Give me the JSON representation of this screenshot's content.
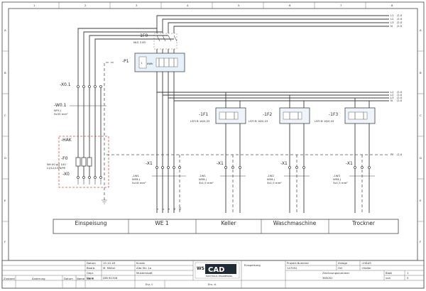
{
  "columns": [
    "1",
    "2",
    "3",
    "4",
    "5",
    "6",
    "7",
    "8"
  ],
  "rows": [
    "A",
    "B",
    "C",
    "D",
    "E",
    "F"
  ],
  "potentials_top": [
    "L1",
    "L2",
    "L3",
    "N"
  ],
  "potentials_top_ref": [
    "/2.0",
    "/2.0",
    "/2.0",
    "/2.0"
  ],
  "potentials_mid": [
    "L1",
    "L2",
    "L3",
    "N"
  ],
  "potentials_mid_ref": [
    "/2.0",
    "/2.0",
    "/2.0",
    "/2.0"
  ],
  "pe_label": "PE",
  "pe_ref": "/2.0",
  "components": {
    "main_switch": {
      "tag": "-1F0",
      "spec": "NLS 3 63"
    },
    "meter": {
      "tag": "-P1",
      "unit": "kWh"
    },
    "terminal_x01": {
      "tag": "-X0.1"
    },
    "cable_w01": {
      "tag": "-W0.1",
      "type": "NYY-J",
      "size": "5x35 mm²"
    },
    "hak": {
      "tag": "-HAK"
    },
    "fuse_f0": {
      "tag": "-F0",
      "spec1": "NH 00 gG 100",
      "spec2": "L1/L2/L3/N/PE"
    },
    "terminal_x0": {
      "tag": "-X0"
    },
    "rcbo": [
      {
        "tag": "-1F1",
        "spec": "LSFI B 16/0,03"
      },
      {
        "tag": "-1F2",
        "spec": "LSFI B 16/0,03"
      },
      {
        "tag": "-1F3",
        "spec": "LSFI B 16/0,03"
      }
    ],
    "terminals_x1": [
      "-X1",
      "-X1",
      "-X1",
      "-X1"
    ],
    "cables": [
      {
        "tag": "-1W1",
        "type": "NYM-J",
        "size": "5x16 mm²"
      },
      {
        "tag": "-1W1",
        "type": "NYM-J",
        "size": "3x1,5 mm²"
      },
      {
        "tag": "-1W2",
        "type": "NYM-J",
        "size": "3x1,5 mm²"
      },
      {
        "tag": "-1W3",
        "type": "NYM-J",
        "size": "3x1,5 mm²"
      }
    ],
    "terminal_pins": [
      "1",
      "2",
      "3",
      "N",
      "PE"
    ]
  },
  "function_bar": [
    "Einspeisung",
    "WE 1",
    "Keller",
    "Waschmaschine",
    "Trockner"
  ],
  "title_block": {
    "datum_label": "Datum",
    "datum_value": "15.10.18",
    "bearb_label": "Bearb.",
    "bearb_value": "M. Müller",
    "gepr_label": "Gepr.",
    "norm_label": "Norm",
    "norm_value": "DIN 61346",
    "kunde_label": "Kunde",
    "kunde_value1": "Alte Str. 1a",
    "kunde_value2": "Musterstadt",
    "erz_label": "Erz. f.",
    "ers_label": "Ers. d.",
    "revision_labels": [
      "Zustand",
      "Änderung",
      "Datum",
      "Name",
      "Norm"
    ],
    "logo_line1": "WS",
    "logo_line2": "CAD",
    "logo_sub": "ELECTRICAL ENGINEERING",
    "page_title": "Einspeisung",
    "projekt_label": "Projekt-Nummer",
    "projekt_value": "147052",
    "anlage_label": "Anlage",
    "anlage_value": "=HAUS",
    "ort_label": "Ort",
    "ort_value": "+Keller",
    "zeichnung_label": "Zeichnungsnummer",
    "zeichnung_value": "365052",
    "blatt_label": "Blatt",
    "blatt_value": "1",
    "von_label": "von",
    "von_value": "5"
  },
  "colors": {
    "line": "#3a3a3a",
    "hak_border": "#d05050",
    "meter_fill": "#e7f1f9",
    "rcbo_fill": "#eef4fa"
  }
}
